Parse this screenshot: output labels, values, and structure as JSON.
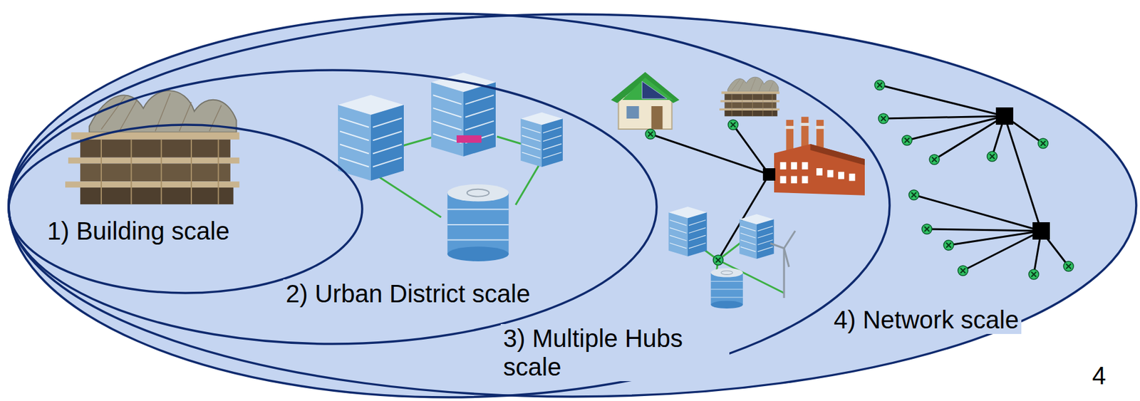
{
  "diagram": {
    "nodes": [
      {
        "text": [
          "4) Network scale"
        ]
      },
      {
        "text": [
          "3) Multiple Hubs scale"
        ],
        "in": 0
      },
      {
        "text": [
          "2) Urban District scale"
        ],
        "in": 1
      },
      {
        "text": [
          "1) Building scale"
        ],
        "in": 2
      }
    ],
    "labels": [
      "4"
    ]
  }
}
